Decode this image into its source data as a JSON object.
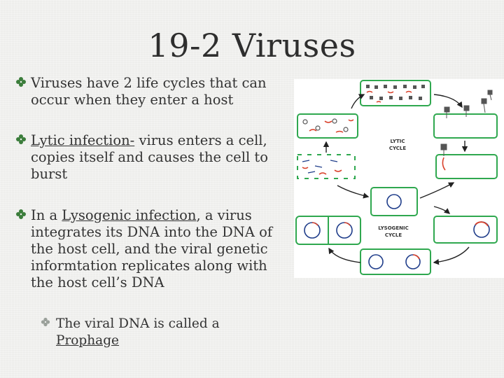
{
  "slide": {
    "title": "19-2 Viruses",
    "bullets": [
      {
        "text": "Viruses have 2 life cycles that can occur when they enter a host"
      },
      {
        "underlined": "Lytic infection-",
        "rest": " virus enters a cell, copies itself and causes the cell to burst"
      },
      {
        "prefix": "In a ",
        "underlined": "Lysogenic infection",
        "rest": ", a virus integrates its DNA into the DNA of the host cell, and the viral genetic informtation replicates along with the host cell’s DNA"
      }
    ],
    "sub_bullet": {
      "prefix": "The viral DNA is called a ",
      "underlined": "Prophage"
    }
  },
  "diagram": {
    "lytic_label": [
      "LYTIC",
      "CYCLE"
    ],
    "lysogenic_label": [
      "LYSOGENIC",
      "CYCLE"
    ],
    "colors": {
      "cell_border": "#2fa84f",
      "dna": "#d9412b",
      "host_dna": "#1f3d8a",
      "arrow": "#222222"
    }
  },
  "colors": {
    "bullet_mark": "#3b7d3b",
    "sub_bullet_mark": "#9aa09a"
  }
}
